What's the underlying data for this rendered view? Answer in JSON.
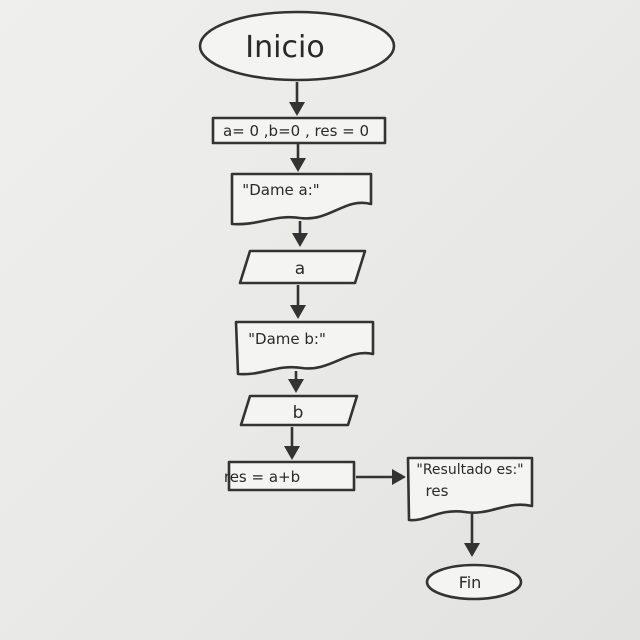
{
  "nodes": {
    "start": "Inicio",
    "init": "a= 0 ,b=0 , res = 0",
    "prompt_a": "\"Dame a:\"",
    "input_a": "a",
    "prompt_b": "\"Dame b:\"",
    "input_b": "b",
    "compute": "res = a+b",
    "output_line1": "\"Resultado es:\"",
    "output_line2": "res",
    "end": "Fin"
  }
}
